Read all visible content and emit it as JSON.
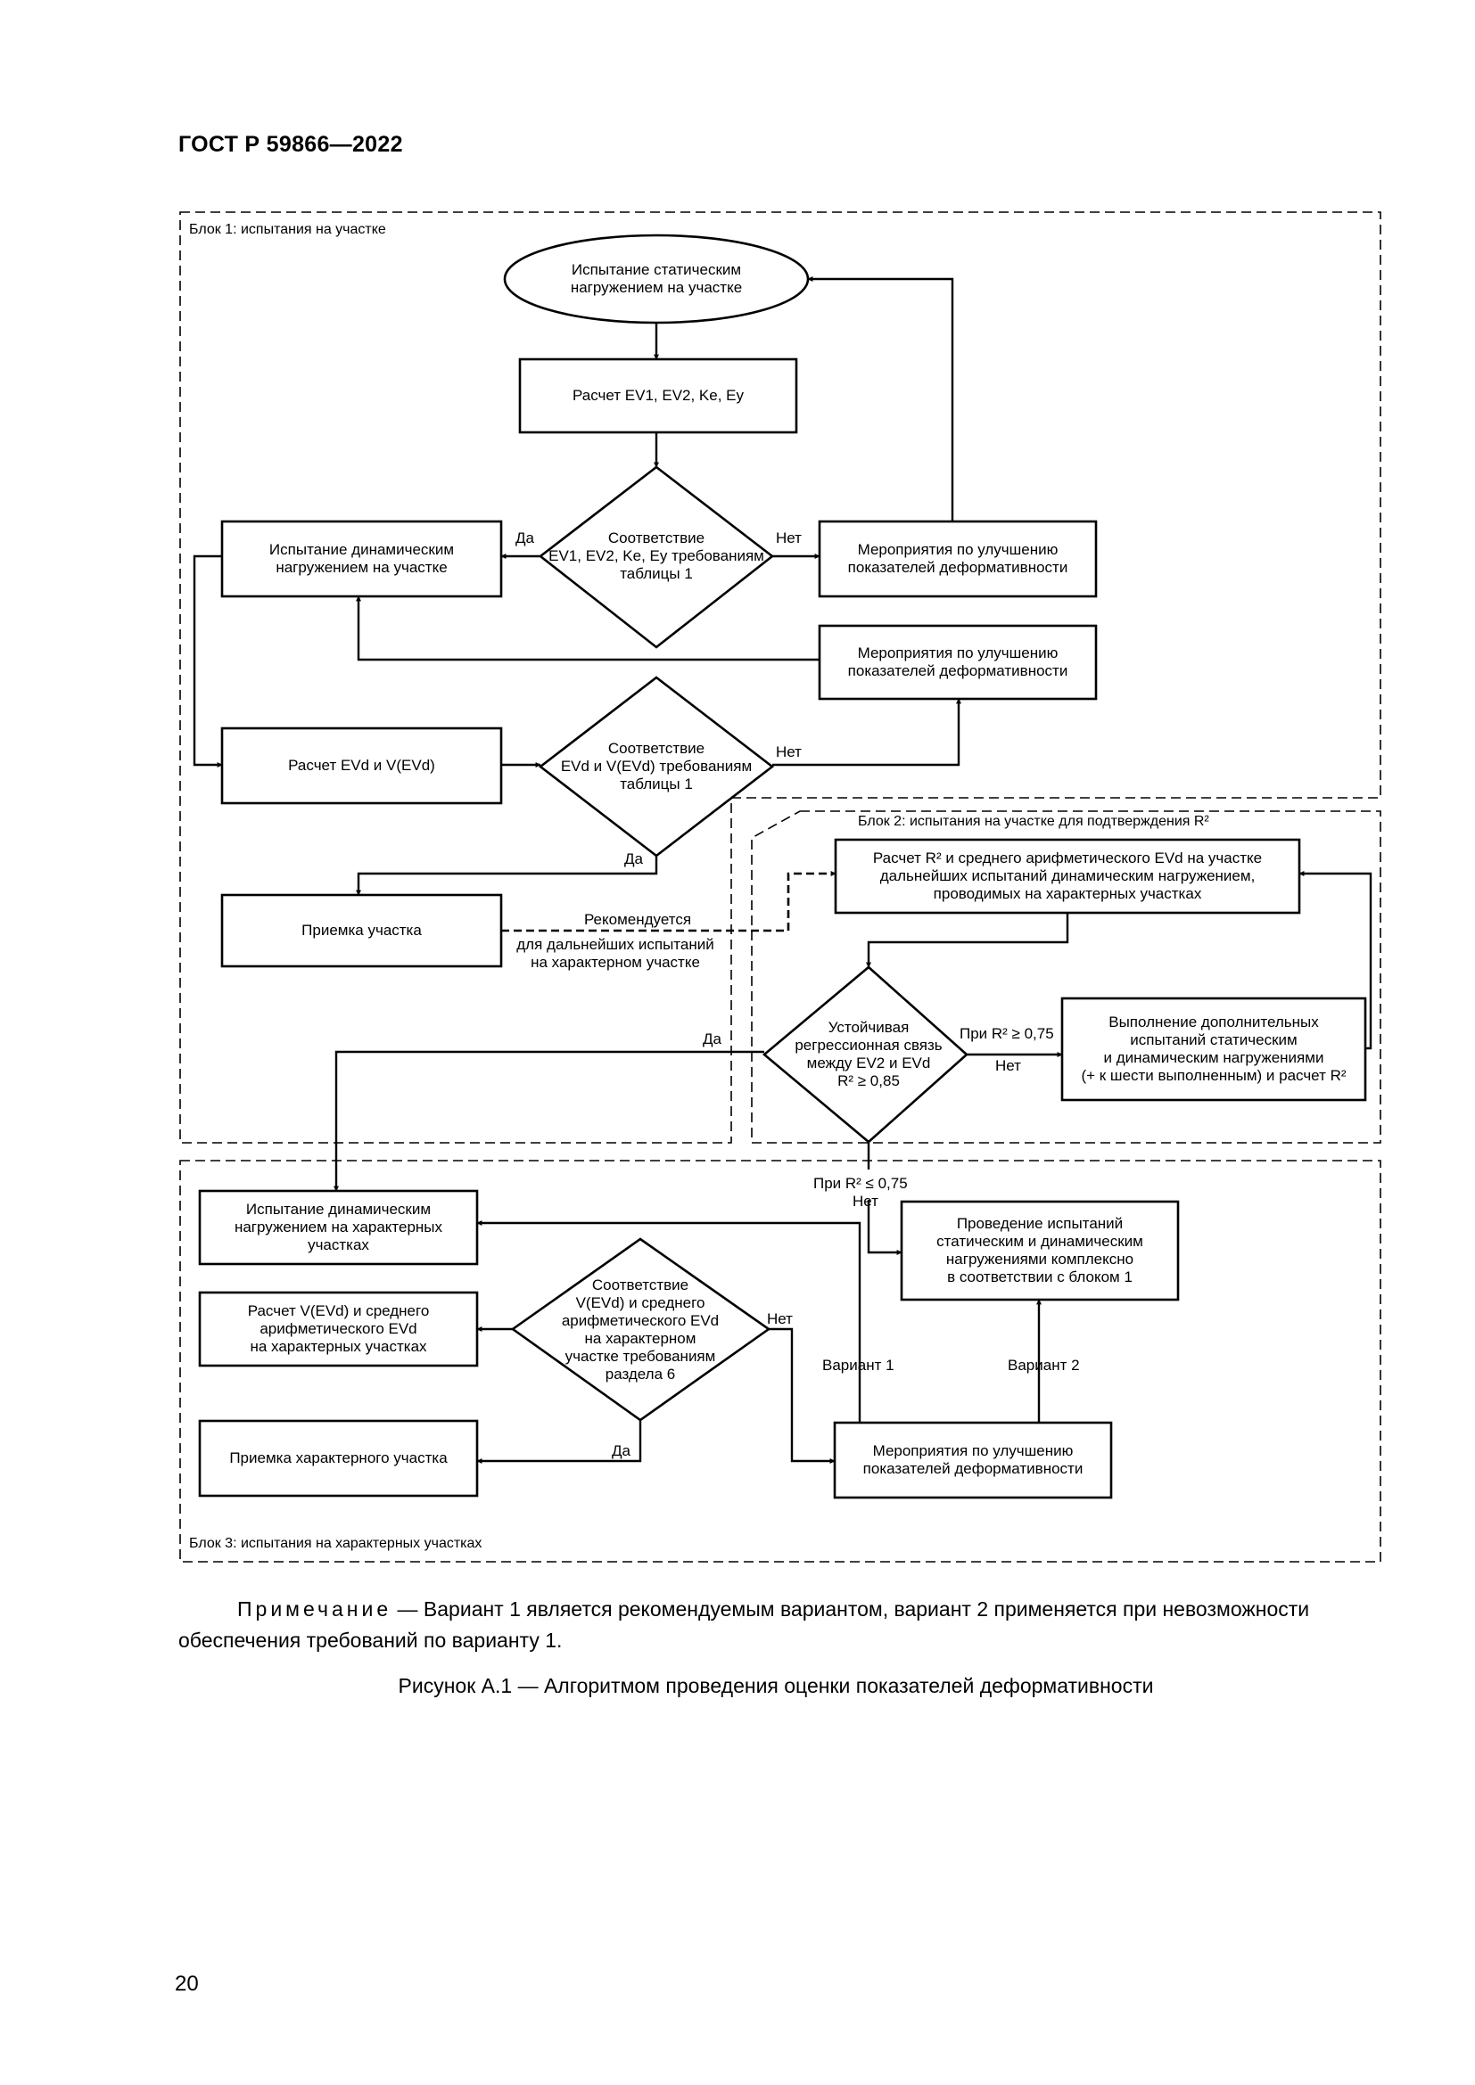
{
  "header": {
    "doc_code": "ГОСТ Р 59866—2022"
  },
  "blocks": {
    "block1": "Блок 1: испытания на участке",
    "block2": "Блок 2: испытания на участке для подтверждения R²",
    "block3": "Блок 3: испытания на характерных участках"
  },
  "nodes": {
    "start": [
      "Испытание статическим",
      "нагружением на участке"
    ],
    "calc1": [
      "Расчет EV1, EV2, Ke, Ey"
    ],
    "dec1": [
      "Соответствие",
      "EV1, EV2, Ke, Ey требованиям",
      "таблицы 1"
    ],
    "improve1": [
      "Мероприятия по улучшению",
      "показателей деформативности"
    ],
    "dyn1": [
      "Испытание динамическим",
      "нагружением на участке"
    ],
    "improve2": [
      "Мероприятия по улучшению",
      "показателей деформативности"
    ],
    "calc2": [
      "Расчет EVd и V(EVd)"
    ],
    "dec2": [
      "Соответствие",
      "EVd и V(EVd) требованиям",
      "таблицы 1"
    ],
    "accept1": [
      "Приемка участка"
    ],
    "calcR2": [
      "Расчет R² и среднего арифметического EVd на участке",
      "дальнейших испытаний динамическим нагружением,",
      "проводимых на характерных участках"
    ],
    "dec3": [
      "Устойчивая",
      "регрессионная связь",
      "между EV2 и EVd",
      "R² ≥ 0,85"
    ],
    "extra": [
      "Выполнение дополнительных",
      "испытаний статическим",
      "и динамическим нагружениями",
      "(+ к шести выполненным) и расчет R²"
    ],
    "dyn3": [
      "Испытание динамическим",
      "нагружением на характерных",
      "участках"
    ],
    "complex": [
      "Проведение испытаний",
      "статическим и динамическим",
      "нагружениями комплексно",
      "в соответствии с блоком 1"
    ],
    "calc3": [
      "Расчет V(EVd) и среднего",
      "арифметического EVd",
      "на характерных участках"
    ],
    "dec4": [
      "Соответствие",
      "V(EVd) и среднего",
      "арифметического EVd",
      "на характерном",
      "участке требованиям",
      "раздела 6"
    ],
    "accept3": [
      "Приемка характерного участка"
    ],
    "improve3": [
      "Мероприятия по улучшению",
      "показателей деформативности"
    ]
  },
  "edge_labels": {
    "yes1": "Да",
    "no1": "Нет",
    "no2": "Нет",
    "yes2": "Да",
    "recommend": "Рекомендуется",
    "recommend_sub": [
      "для дальнейших испытаний",
      "на характерном участке"
    ],
    "yes3": "Да",
    "no3_top": "При R² ≥ 0,75",
    "no3_bottom": "Нет",
    "no3b_top": "При R² ≤ 0,75",
    "no3b_bottom": "Нет",
    "no4": "Нет",
    "yes4": "Да",
    "variant1": "Вариант 1",
    "variant2": "Вариант 2"
  },
  "note": {
    "prefix": "Примечание",
    "text": " — Вариант 1 является рекомендуемым вариантом, вариант 2 применяется при невозможности обеспечения требований по варианту 1."
  },
  "figure_caption": "Рисунок А.1 — Алгоритмом проведения оценки показателей деформативности",
  "page_number": "20"
}
